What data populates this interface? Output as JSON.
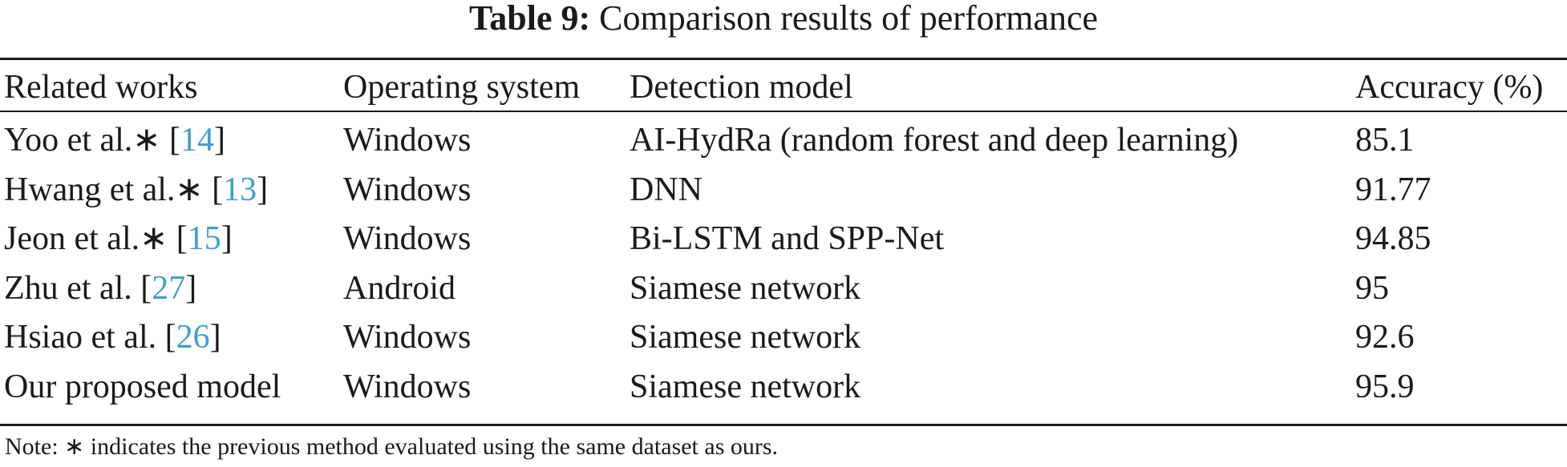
{
  "caption": {
    "label": "Table 9:",
    "text": "Comparison results of performance"
  },
  "table": {
    "headers": [
      "Related works",
      "Operating system",
      "Detection model",
      "Accuracy (%)"
    ],
    "rows": [
      {
        "work": "Yoo et al.∗ [",
        "ref": "14",
        "ref_close": "]",
        "os": "Windows",
        "model": "AI-HydRa (random forest and deep learning)",
        "accuracy": "85.1"
      },
      {
        "work": "Hwang et al.∗ [",
        "ref": "13",
        "ref_close": "]",
        "os": "Windows",
        "model": "DNN",
        "accuracy": "91.77"
      },
      {
        "work": "Jeon et al.∗ [",
        "ref": "15",
        "ref_close": "]",
        "os": "Windows",
        "model": "Bi-LSTM and SPP-Net",
        "accuracy": "94.85"
      },
      {
        "work": "Zhu et al. [",
        "ref": "27",
        "ref_close": "]",
        "os": "Android",
        "model": "Siamese network",
        "accuracy": "95"
      },
      {
        "work": "Hsiao et al. [",
        "ref": "26",
        "ref_close": "]",
        "os": "Windows",
        "model": "Siamese network",
        "accuracy": "92.6"
      },
      {
        "work": "Our proposed model",
        "ref": "",
        "ref_close": "",
        "os": "Windows",
        "model": "Siamese network",
        "accuracy": "95.9"
      }
    ]
  },
  "note": "Note: ∗ indicates the previous method evaluated using the same dataset as ours.",
  "colors": {
    "text": "#1a1a1a",
    "reference_link": "#3aa0cf"
  }
}
